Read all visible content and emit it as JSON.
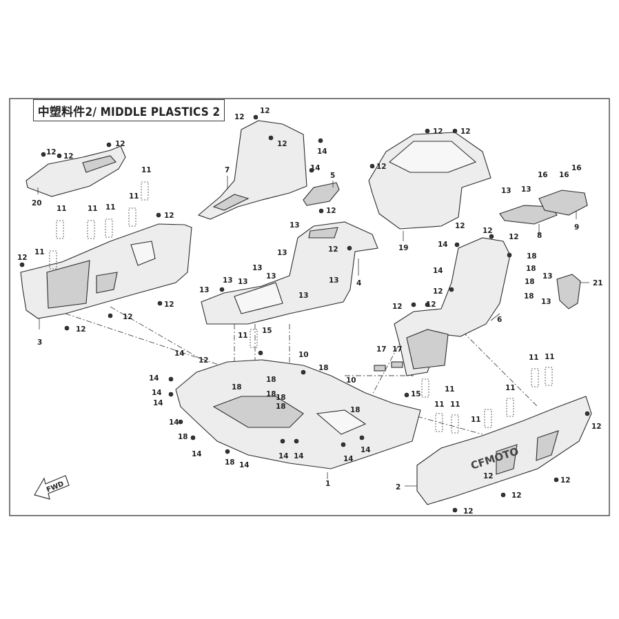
{
  "title": "中塑料件2/ MIDDLE PLASTICS 2",
  "fwd_label": "FWD",
  "brand_text": "CFMOTO",
  "callouts": [
    {
      "id": "c1",
      "text": "1"
    },
    {
      "id": "c2",
      "text": "2"
    },
    {
      "id": "c3",
      "text": "3"
    },
    {
      "id": "c4",
      "text": "4"
    },
    {
      "id": "c5",
      "text": "5"
    },
    {
      "id": "c6",
      "text": "6"
    },
    {
      "id": "c7",
      "text": "7"
    },
    {
      "id": "c8",
      "text": "8"
    },
    {
      "id": "c9",
      "text": "9"
    },
    {
      "id": "c19",
      "text": "19"
    },
    {
      "id": "c20",
      "text": "20"
    },
    {
      "id": "c21",
      "text": "21"
    }
  ],
  "part_labels": {
    "p10a": "10",
    "p10b": "10",
    "p11": "11",
    "p12": "12",
    "p13": "13",
    "p14": "14",
    "p15": "15",
    "p16": "16",
    "p17": "17",
    "p18": "18"
  }
}
